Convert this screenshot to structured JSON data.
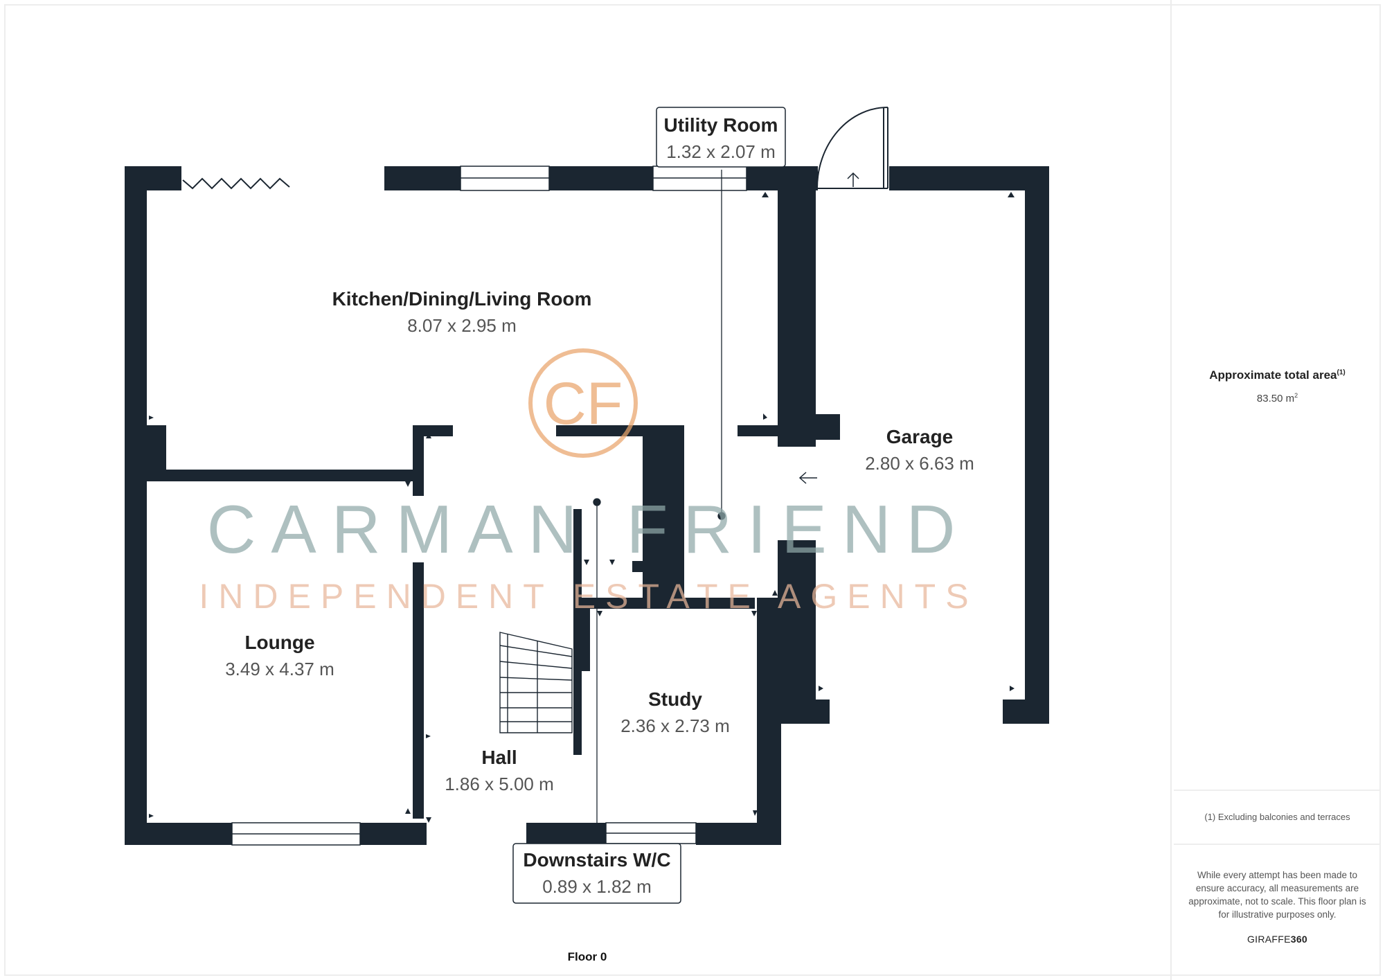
{
  "rooms": {
    "kitchen": {
      "name": "Kitchen/Dining/Living Room",
      "size": "8.07 x 2.95 m"
    },
    "utility": {
      "name": "Utility Room",
      "size": "1.32 x 2.07 m"
    },
    "garage": {
      "name": "Garage",
      "size": "2.80 x 6.63 m"
    },
    "lounge": {
      "name": "Lounge",
      "size": "3.49 x 4.37 m"
    },
    "study": {
      "name": "Study",
      "size": "2.36 x 2.73 m"
    },
    "hall": {
      "name": "Hall",
      "size": "1.86 x 5.00 m"
    },
    "wc": {
      "name": "Downstairs W/C",
      "size": "0.89 x 1.82 m"
    }
  },
  "watermark": {
    "brand_main": "CARMAN FRIEND",
    "brand_sub": "INDEPENDENT ESTATE AGENTS",
    "monogram": "CF"
  },
  "floor_label": "Floor 0",
  "sidebar": {
    "area_title": "Approximate total area",
    "area_title_note": "(1)",
    "area_value": "83.50 m",
    "area_unit_sup": "2",
    "footnote": "(1) Excluding balconies and terraces",
    "disclaimer": "While every attempt has been made to ensure accuracy, all measurements are approximate, not to scale. This floor plan is for illustrative purposes only.",
    "brand_light": "GIRAFFE",
    "brand_bold": "360"
  },
  "colors": {
    "wall": "#1b2631",
    "watermark_main": "#8fa8a8",
    "watermark_sub": "#e8b79a",
    "monogram": "#e9a46b"
  }
}
